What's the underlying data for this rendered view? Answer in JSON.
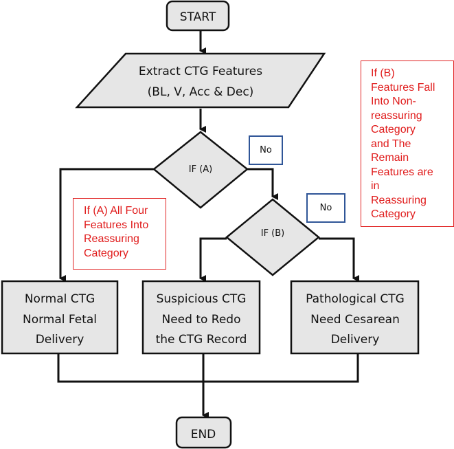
{
  "diagram": {
    "nodes": {
      "start": {
        "label": "START"
      },
      "extract": {
        "lines": [
          "Extract CTG Features",
          "(BL, V, Acc & Dec)"
        ]
      },
      "decision_a": {
        "label": "IF (A)"
      },
      "decision_b": {
        "label": "IF (B)"
      },
      "normal": {
        "lines": [
          "Normal CTG",
          "Normal Fetal",
          "Delivery"
        ]
      },
      "suspicious": {
        "lines": [
          "Suspicious CTG",
          "Need to Redo",
          "the CTG Record"
        ]
      },
      "pathological": {
        "lines": [
          "Pathological CTG",
          "Need Cesarean",
          "Delivery"
        ]
      },
      "end": {
        "label": "END"
      }
    },
    "edge_labels": {
      "a_no": "No",
      "b_no": "No"
    },
    "notes": {
      "condition_a": [
        "If (A) All Four",
        "Features Into",
        "Reassuring",
        "Category"
      ],
      "condition_b": [
        "If (B)",
        "Features Fall",
        "Into Non-",
        "reassuring",
        "Category",
        "and The",
        "Remain",
        "Features are",
        "in",
        "Reassuring",
        "Category"
      ]
    },
    "colors": {
      "node_fill": "#e6e6e6",
      "stroke": "#111111",
      "note_text": "#e01b1b",
      "no_box_border": "#2f5597"
    }
  }
}
